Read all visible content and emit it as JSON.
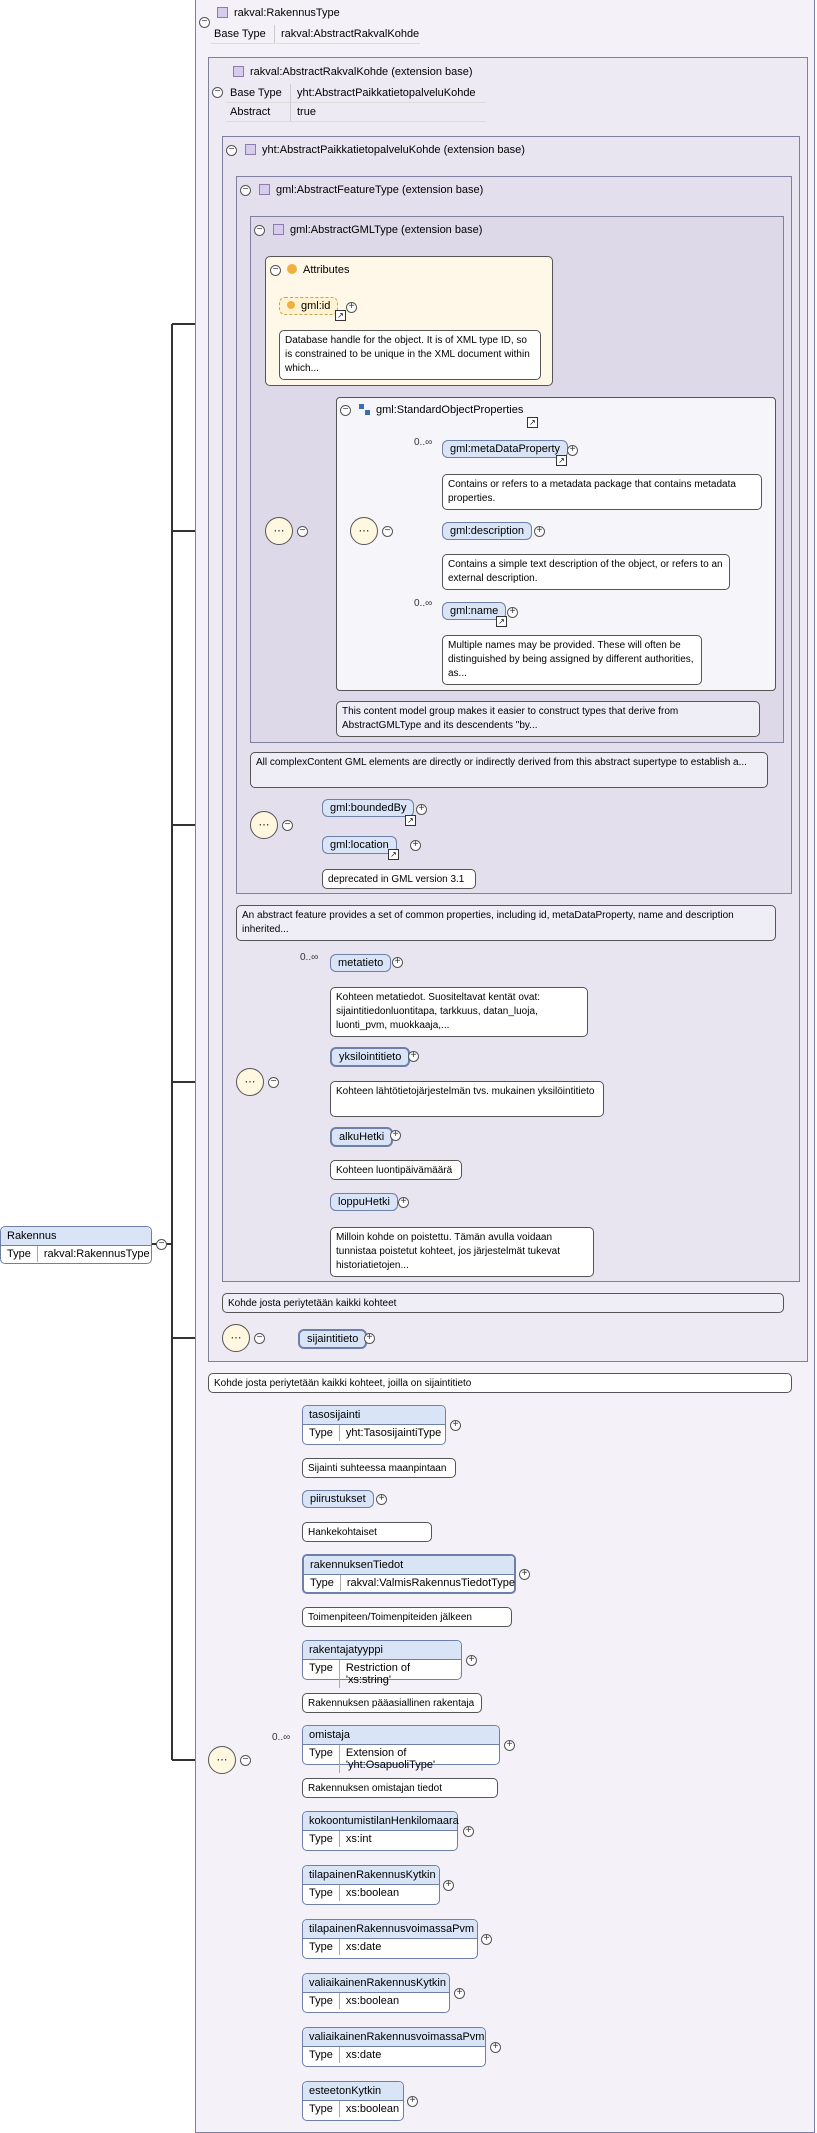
{
  "root": {
    "name": "rakval:RakennusType",
    "base_type_label": "Base Type",
    "base_type_value": "rakval:AbstractRakvalKohde"
  },
  "rakennus": {
    "name": "Rakennus",
    "type_label": "Type",
    "type_value": "rakval:RakennusType"
  },
  "abstract_rakval": {
    "title": "rakval:AbstractRakvalKohde (extension base)",
    "base_type_label": "Base Type",
    "base_type_value": "yht:AbstractPaikkatietopalveluKohde",
    "abstract_label": "Abstract",
    "abstract_value": "true"
  },
  "paikkatieto": {
    "title": "yht:AbstractPaikkatietopalveluKohde (extension base)"
  },
  "feature": {
    "title": "gml:AbstractFeatureType (extension base)"
  },
  "gmltype": {
    "title": "gml:AbstractGMLType (extension base)"
  },
  "attributes": {
    "title": "Attributes",
    "gml_id": "gml:id",
    "gml_id_note": "Database handle for the object. It is of XML type ID, so is constrained to be unique in the XML document within which..."
  },
  "std_props": {
    "title": "gml:StandardObjectProperties",
    "metadata": "gml:metaDataProperty",
    "metadata_card": "0..∞",
    "metadata_note": "Contains or refers to a metadata package that contains metadata properties.",
    "description": "gml:description",
    "description_note": "Contains a simple text description of the object, or refers to an external description.",
    "name": "gml:name",
    "name_card": "0..∞",
    "name_note": "Multiple names may be provided. These will often be distinguished by being assigned by different authorities, as...",
    "group_note": "This content model group makes it easier to construct types that derive from AbstractGMLType and its descendents \"by..."
  },
  "gmltype_note": "All complexContent GML elements are directly or indirectly derived from this abstract supertype to establish a...",
  "bounded": {
    "bounded_by": "gml:boundedBy",
    "location": "gml:location",
    "location_note": "deprecated in GML version 3.1"
  },
  "feature_note": "An abstract feature provides a set of common properties, including id, metaDataProperty, name and description inherited...",
  "paikka_seq": {
    "metatieto": "metatieto",
    "metatieto_card": "0..∞",
    "metatieto_note": "Kohteen metatiedot. Suositeltavat kentät ovat: sijaintitiedonluontitapa, tarkkuus, datan_luoja, luonti_pvm, muokkaaja,...",
    "yksilointitieto": "yksilointitieto",
    "yksilointitieto_note": "Kohteen lähtötietojärjestelmän tvs. mukainen yksilöintitieto",
    "alkuHetki": "alkuHetki",
    "alkuHetki_note": "Kohteen luontipäivämäärä",
    "loppuHetki": "loppuHetki",
    "loppuHetki_note": "Milloin kohde on poistettu. Tämän avulla voidaan tunnistaa poistetut kohteet, jos järjestelmät tukevat historiatietojen..."
  },
  "paikka_note": "Kohde josta periytetään kaikki kohteet",
  "sijaintitieto": "sijaintitieto",
  "rakval_note": "Kohde josta periytetään kaikki kohteet, joilla on sijaintitieto",
  "elements": [
    {
      "name": "tasosijainti",
      "type": "yht:TasosijaintiType",
      "note": "Sijainti suhteessa maanpintaan"
    },
    {
      "name": "piirustukset",
      "type": "",
      "note": "Hankekohtaiset piirustukset"
    },
    {
      "name": "rakennuksenTiedot",
      "type": "rakval:ValmisRakennusTiedotType",
      "note": "Toimenpiteen/Toimenpiteiden jälkeen"
    },
    {
      "name": "rakentajatyyppi",
      "type": "Restriction of 'xs:string'",
      "note": "Rakennuksen pääasiallinen rakentaja"
    },
    {
      "name": "omistaja",
      "type": "Extension of 'yht:OsapuoliType'",
      "note": "Rakennuksen omistajan tiedot",
      "card": "0..∞"
    },
    {
      "name": "kokoontumistilanHenkilomaara",
      "type": "xs:int",
      "note": ""
    },
    {
      "name": "tilapainenRakennusKytkin",
      "type": "xs:boolean",
      "note": ""
    },
    {
      "name": "tilapainenRakennusvoimassaPvm",
      "type": "xs:date",
      "note": ""
    },
    {
      "name": "valiaikainenRakennusKytkin",
      "type": "xs:boolean",
      "note": ""
    },
    {
      "name": "valiaikainenRakennusvoimassaPvm",
      "type": "xs:date",
      "note": ""
    },
    {
      "name": "esteetonKytkin",
      "type": "xs:boolean",
      "note": ""
    }
  ],
  "type_label": "Type"
}
